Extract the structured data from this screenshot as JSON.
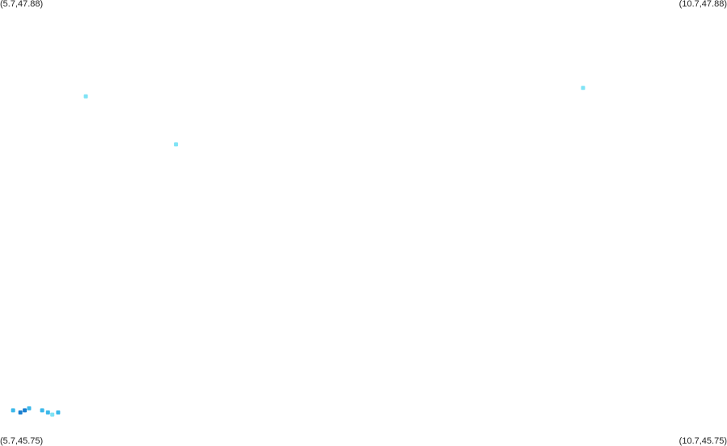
{
  "corners": {
    "top_left": "(5.7,47.88)",
    "top_right": "(10.7,47.88)",
    "bottom_left": "(5.7,45.75)",
    "bottom_right": "(10.7,45.75)"
  },
  "bounds": {
    "lon_min": 5.7,
    "lon_max": 10.7,
    "lat_min": 45.75,
    "lat_max": 47.88
  },
  "colors": {
    "light": "#7fe3f5",
    "medium": "#3bb8ea",
    "dark": "#1a7fd0"
  },
  "features": [
    {
      "lon": 6.29,
      "lat": 47.42,
      "color": "light"
    },
    {
      "lon": 6.91,
      "lat": 47.19,
      "color": "light"
    },
    {
      "lon": 9.71,
      "lat": 47.46,
      "color": "light"
    },
    {
      "lon": 5.79,
      "lat": 45.92,
      "color": "medium"
    },
    {
      "lon": 5.84,
      "lat": 45.91,
      "color": "dark"
    },
    {
      "lon": 5.87,
      "lat": 45.92,
      "color": "dark"
    },
    {
      "lon": 5.9,
      "lat": 45.93,
      "color": "medium"
    },
    {
      "lon": 5.99,
      "lat": 45.92,
      "color": "medium"
    },
    {
      "lon": 6.03,
      "lat": 45.91,
      "color": "medium"
    },
    {
      "lon": 6.06,
      "lat": 45.9,
      "color": "light"
    },
    {
      "lon": 6.1,
      "lat": 45.91,
      "color": "medium"
    }
  ]
}
